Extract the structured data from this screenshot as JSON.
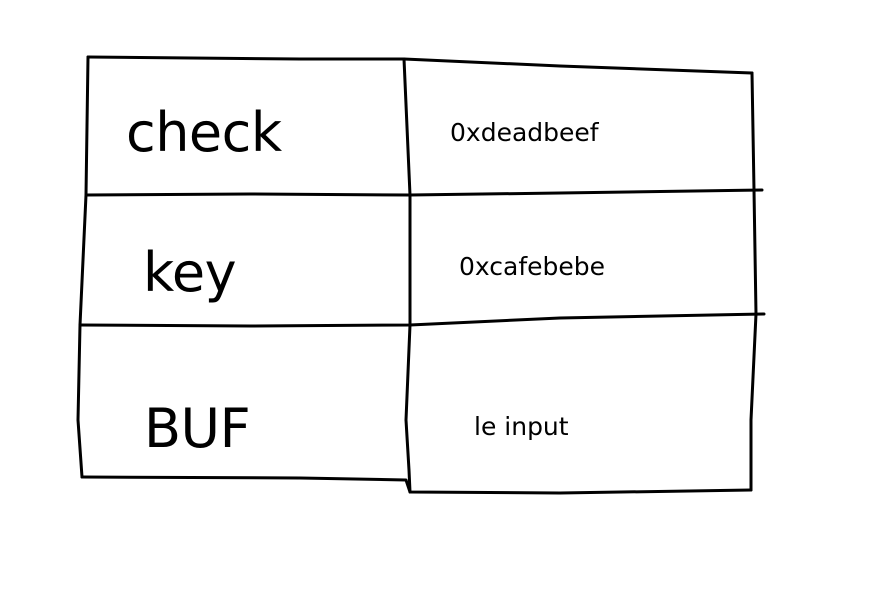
{
  "rows": [
    {
      "name": "check",
      "value": "0xdeadbeef"
    },
    {
      "name": "key",
      "value": "0xcafebebe"
    },
    {
      "name": "BUF",
      "value": "le input"
    }
  ],
  "colors": {
    "background": "#ffffff",
    "ink": "#000000"
  }
}
